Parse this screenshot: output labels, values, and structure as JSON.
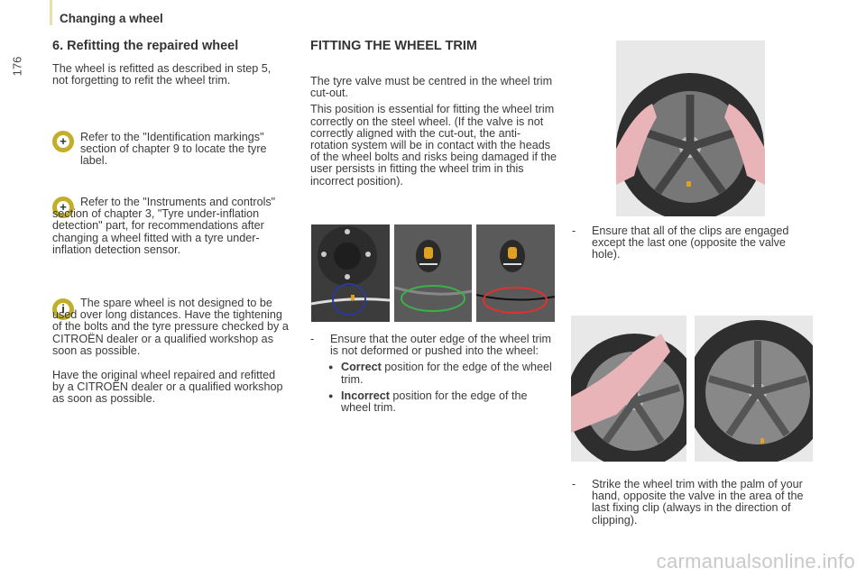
{
  "header": {
    "section": "Changing a wheel",
    "page_number": "176"
  },
  "left": {
    "title": "6. Refitting the repaired wheel",
    "intro": "The wheel is refitted as described in step 5, not forgetting to refit the wheel trim.",
    "note1": "Refer to the \"Identification markings\" section of chapter 9 to locate the tyre label.",
    "note2": "Refer to the \"Instruments and controls\" section of chapter 3, \"Tyre under-inflation detection\" part, for recommendations after changing a wheel fitted with a tyre under-inflation detection sensor.",
    "info1": "The spare wheel is not designed to be used over long distances. Have the tightening of the bolts and the tyre pressure checked by a CITROËN dealer or a qualified workshop as soon as possible.",
    "info2": "Have the original wheel repaired and refitted by a CITROËN dealer or a qualified workshop as soon as possible."
  },
  "middle": {
    "title": "FITTING THE WHEEL TRIM",
    "p1": "The tyre valve must be centred in the wheel trim cut-out.",
    "p2": "This position is essential for fitting the wheel trim correctly on the steel wheel. (If the valve is not correctly aligned with the cut-out, the anti-rotation system will be in contact with the heads of the wheel bolts and risks being damaged if the user persists in fitting the wheel trim in this incorrect position).",
    "step": "Ensure that the outer edge of the wheel trim is not deformed or pushed into the wheel:",
    "correct_label": "Correct",
    "correct_text": " position for the edge of the wheel trim.",
    "incorrect_label": "Incorrect",
    "incorrect_text": " position for the edge of the wheel trim."
  },
  "right": {
    "step1": "Ensure that all of the clips are engaged except the last one (opposite the valve hole).",
    "step2": "Strike the wheel trim with the palm of your hand, opposite the valve in the area of the last fixing clip (always in the direction of clipping)."
  },
  "watermark": "carmanualsonline.info",
  "colors": {
    "accent": "#c3ae2a",
    "correct": "#3cb04a",
    "incorrect": "#e03030",
    "valve_marker": "#2a3a9a"
  }
}
